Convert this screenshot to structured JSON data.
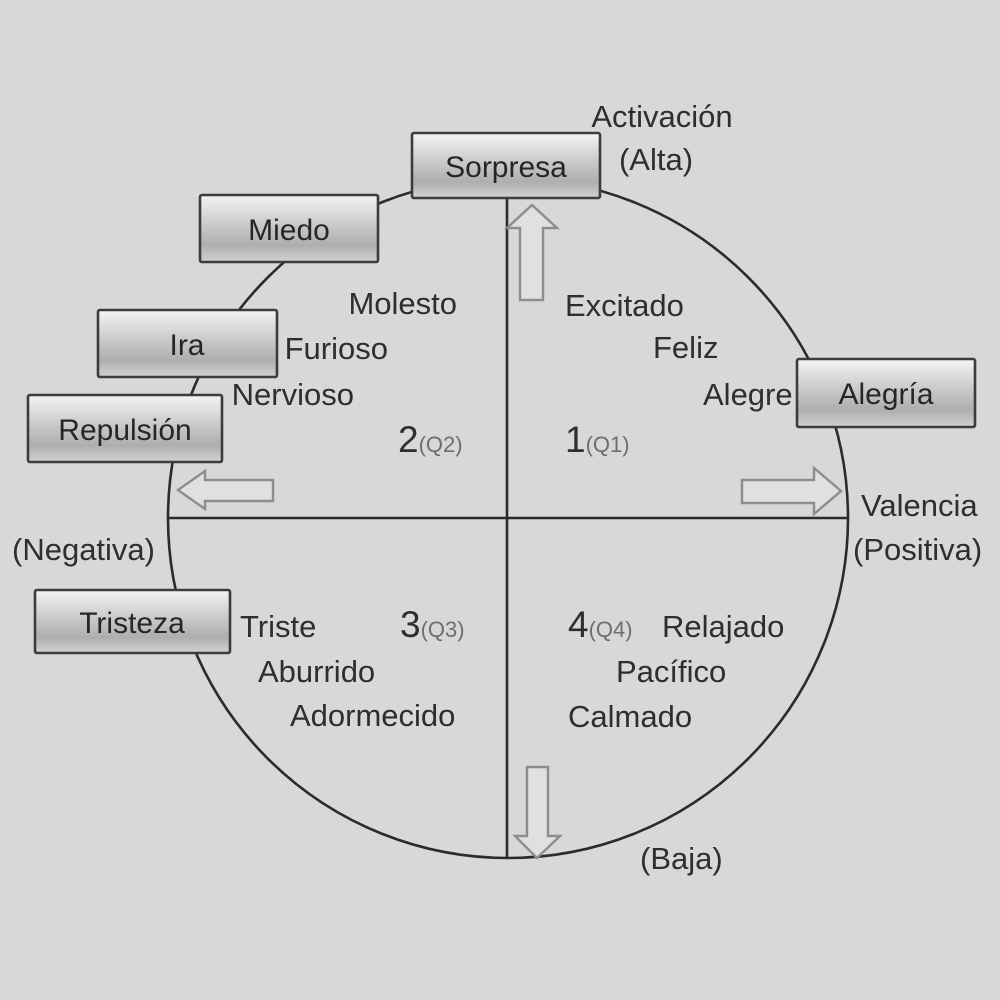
{
  "diagram_type": "circumplex-model-of-emotions",
  "colors": {
    "background": "#d8d8d8",
    "outline_dark": "#2b2b2b",
    "box_border": "#3c3c3c",
    "box_gradient_top": "#f4f4f4",
    "box_gradient_bottom": "#d2d2d2",
    "arrow_stroke": "#8d8d8d",
    "arrow_fill": "#e0e0e0",
    "text": "#2e2e2e",
    "muted_text": "#6e6e6e"
  },
  "axes": {
    "activation_label": "Activación",
    "activation_high": "(Alta)",
    "activation_low": "(Baja)",
    "valence_label": "Valencia",
    "valence_positive": "(Positiva)",
    "valence_negative": "(Negativa)"
  },
  "emotions": {
    "sorpresa": "Sorpresa",
    "miedo": "Miedo",
    "ira": "Ira",
    "repulsion": "Repulsión",
    "tristeza": "Tristeza",
    "alegria": "Alegría"
  },
  "quadrants": {
    "q1": {
      "number": "1",
      "code": "(Q1)",
      "words": [
        "Excitado",
        "Feliz",
        "Alegre"
      ]
    },
    "q2": {
      "number": "2",
      "code": "(Q2)",
      "words": [
        "Molesto",
        "Furioso",
        "Nervioso"
      ]
    },
    "q3": {
      "number": "3",
      "code": "(Q3)",
      "words": [
        "Triste",
        "Aburrido",
        "Adormecido"
      ]
    },
    "q4": {
      "number": "4",
      "code": "(Q4)",
      "words": [
        "Relajado",
        "Pacífico",
        "Calmado"
      ]
    }
  }
}
